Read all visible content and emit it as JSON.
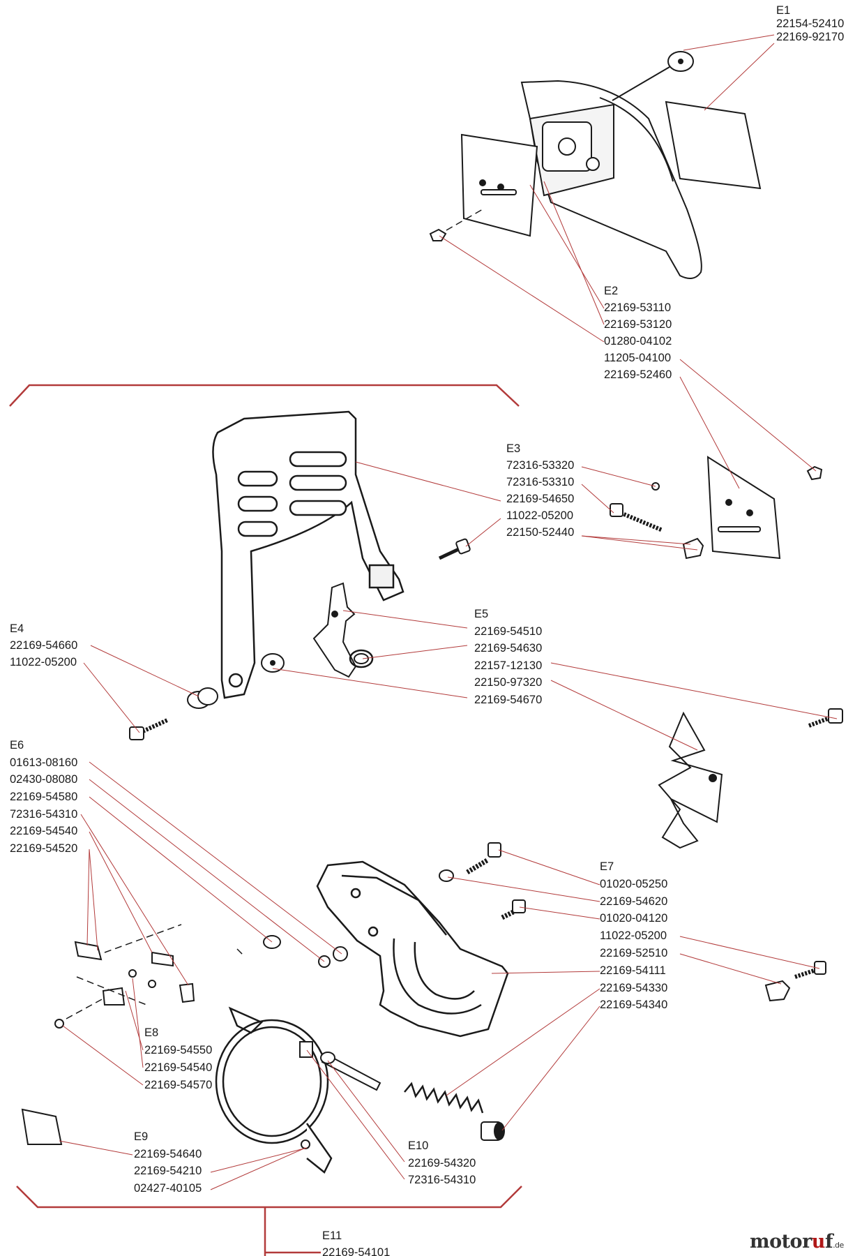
{
  "groups": [
    {
      "id": "E1",
      "parts": [
        "22154-52410",
        "22169-92170"
      ]
    },
    {
      "id": "E2",
      "parts": [
        "22169-53110",
        "22169-53120",
        "01280-04102",
        "11205-04100",
        "22169-52460"
      ]
    },
    {
      "id": "E3",
      "parts": [
        "72316-53320",
        "72316-53310",
        "22169-54650",
        "11022-05200",
        "22150-52440"
      ]
    },
    {
      "id": "E4",
      "parts": [
        "22169-54660",
        "11022-05200"
      ]
    },
    {
      "id": "E5",
      "parts": [
        "22169-54510",
        "22169-54630",
        "22157-12130",
        "22150-97320",
        "22169-54670"
      ]
    },
    {
      "id": "E6",
      "parts": [
        "01613-08160",
        "02430-08080",
        "22169-54580",
        "72316-54310",
        "22169-54540",
        "22169-54520"
      ]
    },
    {
      "id": "E7",
      "parts": [
        "01020-05250",
        "22169-54620",
        "01020-04120",
        "11022-05200",
        "22169-52510",
        "22169-54111",
        "22169-54330",
        "22169-54340"
      ]
    },
    {
      "id": "E8",
      "parts": [
        "22169-54550",
        "22169-54540",
        "22169-54570"
      ]
    },
    {
      "id": "E9",
      "parts": [
        "22169-54640",
        "22169-54210",
        "02427-40105"
      ]
    },
    {
      "id": "E10",
      "parts": [
        "22169-54320",
        "72316-54310"
      ]
    },
    {
      "id": "E11",
      "parts": [
        "22169-54101"
      ]
    }
  ],
  "brand": {
    "name_a": "moto",
    "name_b": "r",
    "name_c": "u",
    "name_d": "f",
    "suffix": ".de"
  },
  "colors": {
    "leader": "#b23a3a",
    "part": "#1a1a1a",
    "bracket": "#b23a3a"
  }
}
